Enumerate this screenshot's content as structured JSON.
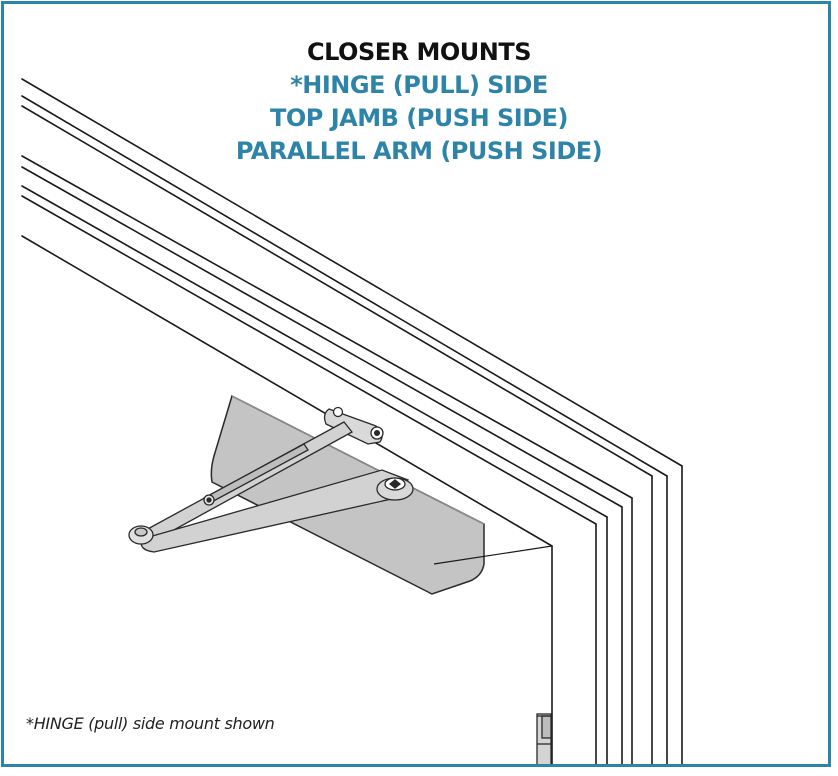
{
  "title": "CLOSER MOUNTS",
  "mount_options": [
    "*HINGE (PULL) SIDE",
    "TOP JAMB (PUSH SIDE)",
    "PARALLEL ARM (PUSH SIDE)"
  ],
  "caption": "*HINGE (pull) side mount shown",
  "colors": {
    "border": "#2e84a8",
    "title": "#111111",
    "subtitle": "#2e84a8",
    "closer_body": "#c4c4c4",
    "arm": "#d2d2d2"
  }
}
